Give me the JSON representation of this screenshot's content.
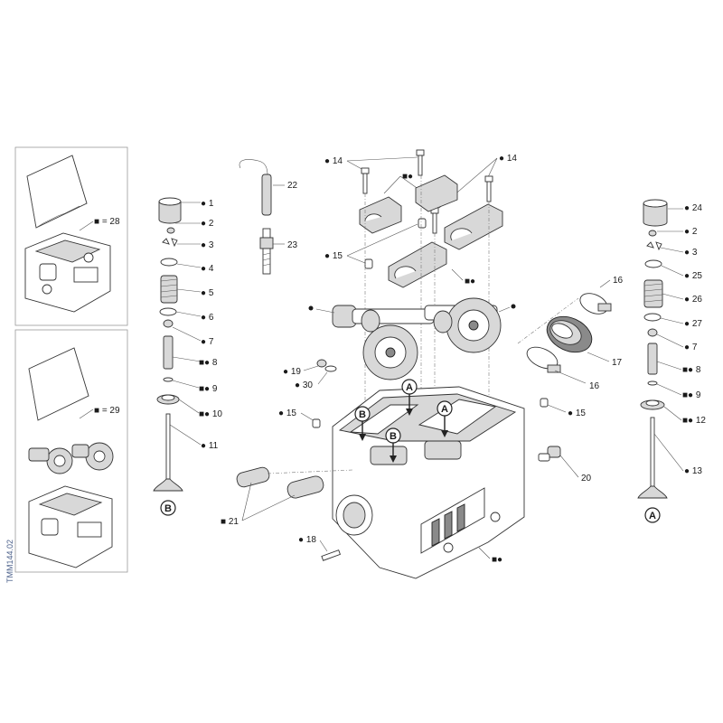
{
  "diagram": {
    "code": "TMM144.02",
    "kit_box_1_label": "■ = 28",
    "kit_box_2_label": "■ = 29",
    "callouts": [
      {
        "id": "c1",
        "text": "● 1"
      },
      {
        "id": "c2",
        "text": "● 2"
      },
      {
        "id": "c3",
        "text": "● 3"
      },
      {
        "id": "c4",
        "text": "● 4"
      },
      {
        "id": "c5",
        "text": "● 5"
      },
      {
        "id": "c6",
        "text": "● 6"
      },
      {
        "id": "c7",
        "text": "● 7"
      },
      {
        "id": "c8",
        "text": "■● 8"
      },
      {
        "id": "c9",
        "text": "■● 9"
      },
      {
        "id": "c10",
        "text": "■● 10"
      },
      {
        "id": "c11",
        "text": "● 11"
      },
      {
        "id": "c22",
        "text": "22"
      },
      {
        "id": "c23",
        "text": "23"
      },
      {
        "id": "c14a",
        "text": "● 14"
      },
      {
        "id": "c14b",
        "text": "● 14"
      },
      {
        "id": "c15a",
        "text": "● 15"
      },
      {
        "id": "c15b",
        "text": "● 15"
      },
      {
        "id": "c15c",
        "text": "● 15"
      },
      {
        "id": "c19",
        "text": "● 19"
      },
      {
        "id": "c30",
        "text": "● 30"
      },
      {
        "id": "c16a",
        "text": "16"
      },
      {
        "id": "c16b",
        "text": "16"
      },
      {
        "id": "c17",
        "text": "17"
      },
      {
        "id": "c20",
        "text": "20"
      },
      {
        "id": "c21",
        "text": "■ 21"
      },
      {
        "id": "c18",
        "text": "● 18"
      },
      {
        "id": "c24",
        "text": "● 24"
      },
      {
        "id": "c2r",
        "text": "● 2"
      },
      {
        "id": "c3r",
        "text": "● 3"
      },
      {
        "id": "c25",
        "text": "● 25"
      },
      {
        "id": "c26",
        "text": "● 26"
      },
      {
        "id": "c27",
        "text": "● 27"
      },
      {
        "id": "c7r",
        "text": "● 7"
      },
      {
        "id": "c8r",
        "text": "■● 8"
      },
      {
        "id": "c9r",
        "text": "■● 9"
      },
      {
        "id": "c12",
        "text": "■● 12"
      },
      {
        "id": "c13",
        "text": "● 13"
      },
      {
        "id": "sqdot1",
        "text": "■●"
      },
      {
        "id": "sqdot2",
        "text": "■●"
      },
      {
        "id": "sqdot3",
        "text": "■●"
      },
      {
        "id": "sqdot4",
        "text": "■●"
      }
    ],
    "letters": {
      "A": "A",
      "B": "B"
    }
  }
}
